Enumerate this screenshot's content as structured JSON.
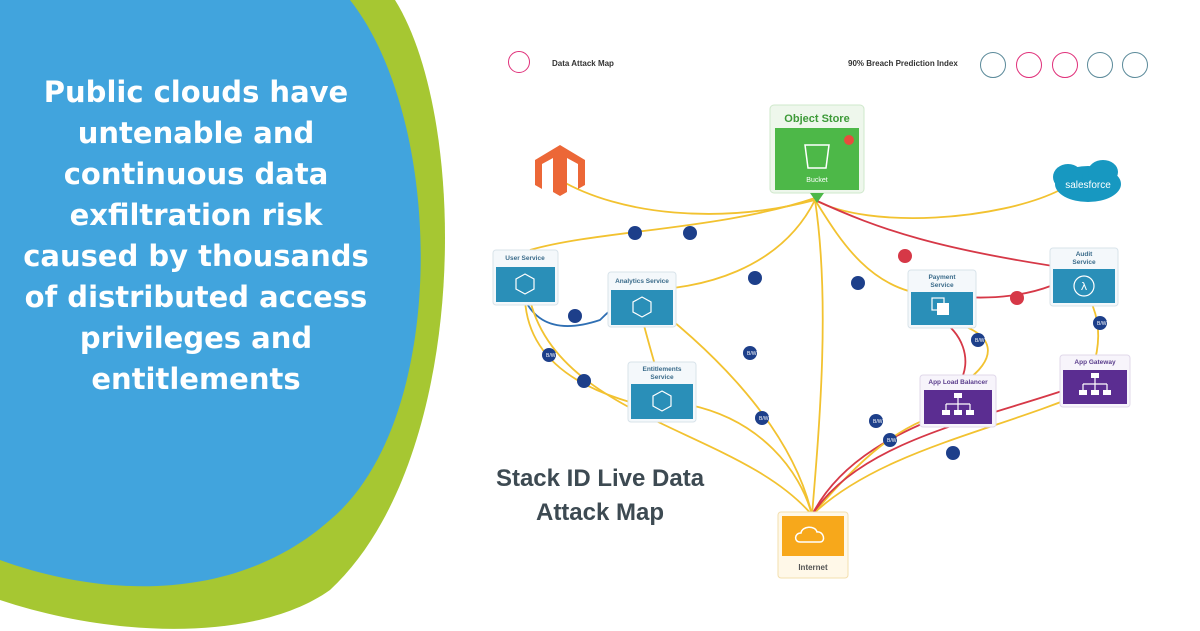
{
  "headline": "Public clouds have untenable and continuous data exfiltration risk caused by thousands of distributed access privileges and entitlements",
  "caption": [
    "Stack ID Live Data",
    "Attack Map"
  ],
  "topbar": {
    "title": "Data Attack Map",
    "index": "90% Breach Prediction Index",
    "tools": [
      "list-icon",
      "unlock-icon",
      "eye-icon",
      "layers-icon",
      "tag-icon"
    ]
  },
  "nodes": {
    "object_store": {
      "title": "Object Store",
      "sub": "Bucket"
    },
    "salesforce": "salesforce",
    "user_service": "User Service",
    "analytics_service": "Analytics Service",
    "entitlements_service": [
      "Entitlements",
      "Service"
    ],
    "payment_service": [
      "Payment",
      "Service"
    ],
    "audit_service": [
      "Audit",
      "Service"
    ],
    "app_load_balancer": "App Load Balancer",
    "app_gateway": "App Gateway",
    "internet": "Internet"
  },
  "edge_badges": {
    "bw": "B/W"
  },
  "colors": {
    "left_shape": "#41a4dd",
    "left_ring": "#a6c732",
    "link_yellow": "#f2c230",
    "link_red": "#d63847",
    "link_blue": "#2f6fb3",
    "node_green": "#4db848",
    "node_teal": "#2a8fb8",
    "node_purple": "#5b2d91",
    "node_orange": "#f7a81b",
    "magento": "#ec6737",
    "salesforce": "#1798c1",
    "alert": "#e84c3d"
  }
}
